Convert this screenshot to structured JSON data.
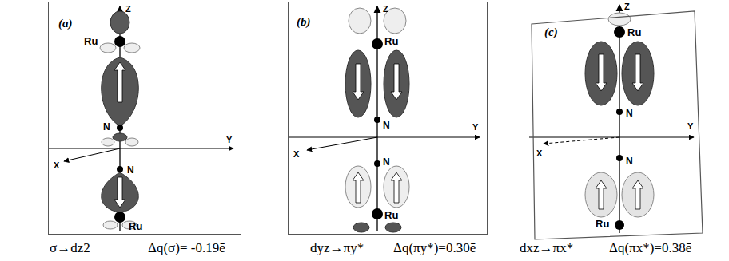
{
  "diagram": {
    "nodes": [
      {
        "text": [
          "(a)",
          "Z",
          "Ru",
          "N",
          "Y",
          "X",
          "N",
          "Ru"
        ]
      },
      {
        "text": [
          "(b)",
          "Z",
          "Ru",
          "N",
          "Y",
          "X",
          "N",
          "Ru"
        ]
      },
      {
        "text": [
          "(c)",
          "Z",
          "Ru",
          "N",
          "Y",
          "X",
          "N",
          "Ru"
        ]
      }
    ],
    "labels": [
      "σ→dz2",
      "Δq(σ)= -0.19ē",
      "dyz→πy*",
      "Δq(πy*)=0.30ē",
      "dxz→πx*",
      "Δq(πx*)=0.38ē"
    ]
  }
}
